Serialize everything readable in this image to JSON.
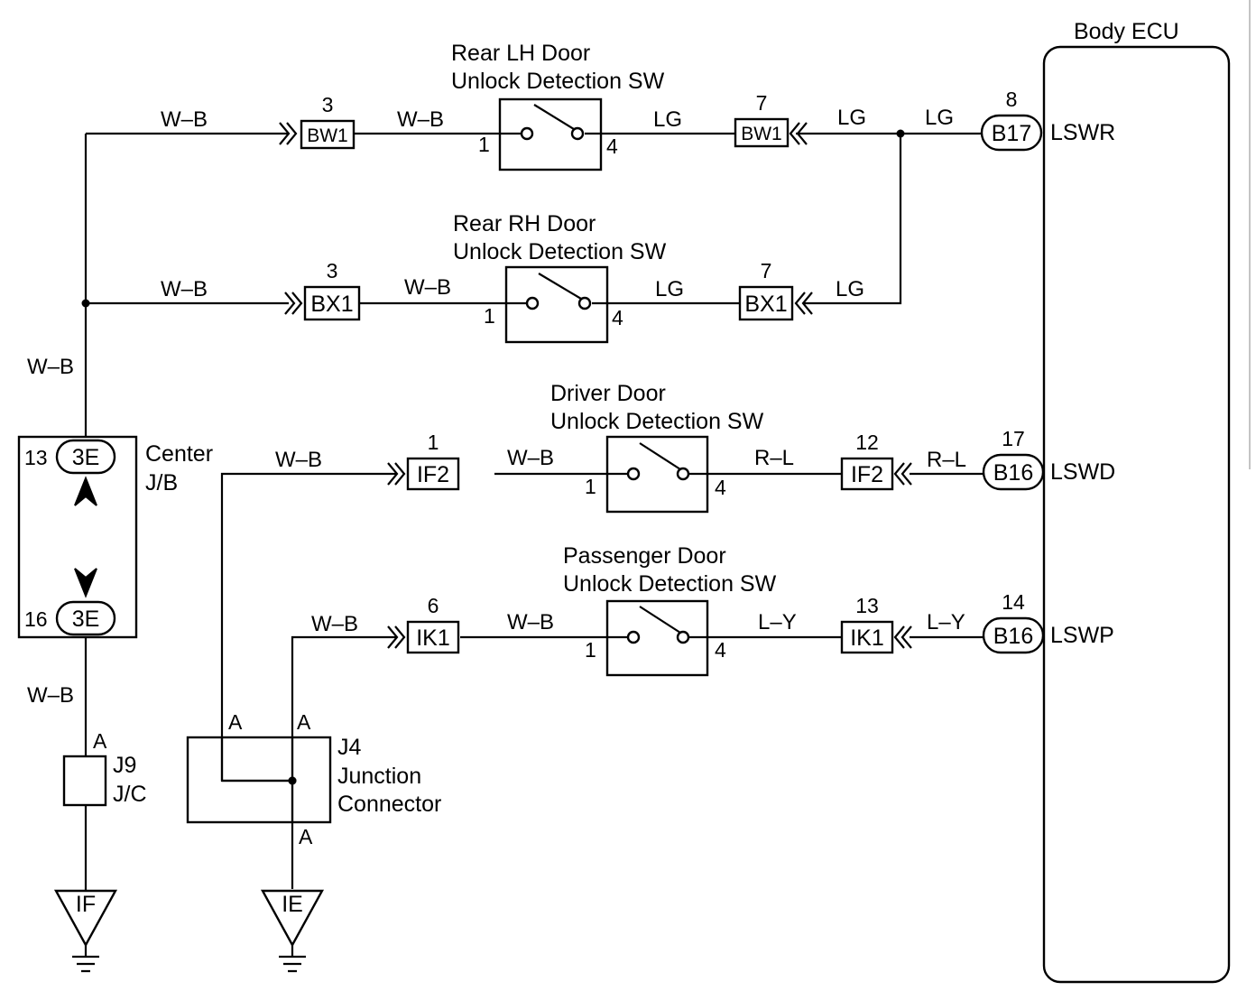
{
  "ecu": {
    "title": "Body ECU",
    "terminals": [
      {
        "name": "LSWR",
        "connector": "B17",
        "pin": "8"
      },
      {
        "name": "LSWD",
        "connector": "B16",
        "pin": "17"
      },
      {
        "name": "LSWP",
        "connector": "B16",
        "pin": "14"
      }
    ]
  },
  "switches": [
    {
      "title_line1": "Rear LH Door",
      "title_line2": "Unlock Detection SW",
      "pin_in": "1",
      "pin_out": "4",
      "in_connector": "BW1",
      "in_connector_pin": "3",
      "in_wire": "W–B",
      "in_wire_2": "W–B",
      "out_connector": "BW1",
      "out_connector_pin": "7",
      "out_wire": "LG",
      "out_wire_2": "LG",
      "ecu_wire": "LG"
    },
    {
      "title_line1": "Rear RH Door",
      "title_line2": "Unlock Detection SW",
      "pin_in": "1",
      "pin_out": "4",
      "in_connector": "BX1",
      "in_connector_pin": "3",
      "in_wire": "W–B",
      "in_wire_2": "W–B",
      "out_connector": "BX1",
      "out_connector_pin": "7",
      "out_wire": "LG",
      "out_wire_2": "LG"
    },
    {
      "title_line1": "Driver Door",
      "title_line2": "Unlock Detection SW",
      "pin_in": "1",
      "pin_out": "4",
      "in_connector": "IF2",
      "in_connector_pin": "1",
      "in_wire": "W–B",
      "in_wire_2": "W–B",
      "out_connector": "IF2",
      "out_connector_pin": "12",
      "out_wire": "R–L",
      "out_wire_2": "R–L"
    },
    {
      "title_line1": "Passenger Door",
      "title_line2": "Unlock Detection SW",
      "pin_in": "1",
      "pin_out": "4",
      "in_connector": "IK1",
      "in_connector_pin": "6",
      "in_wire": "W–B",
      "in_wire_2": "W–B",
      "out_connector": "IK1",
      "out_connector_pin": "13",
      "out_wire": "L–Y",
      "out_wire_2": "L–Y"
    }
  ],
  "center_jb": {
    "label_line1": "Center",
    "label_line2": "J/B",
    "top_connector": "3E",
    "top_pin": "13",
    "bottom_connector": "3E",
    "bottom_pin": "16",
    "wire_above": "W–B",
    "wire_below": "W–B"
  },
  "j9": {
    "code": "J9",
    "type": "J/C",
    "pin": "A"
  },
  "j4": {
    "code": "J4",
    "line2": "Junction",
    "line3": "Connector",
    "pin_left": "A",
    "pin_right": "A",
    "pin_bottom": "A"
  },
  "grounds": [
    {
      "code": "IF"
    },
    {
      "code": "IE"
    }
  ]
}
